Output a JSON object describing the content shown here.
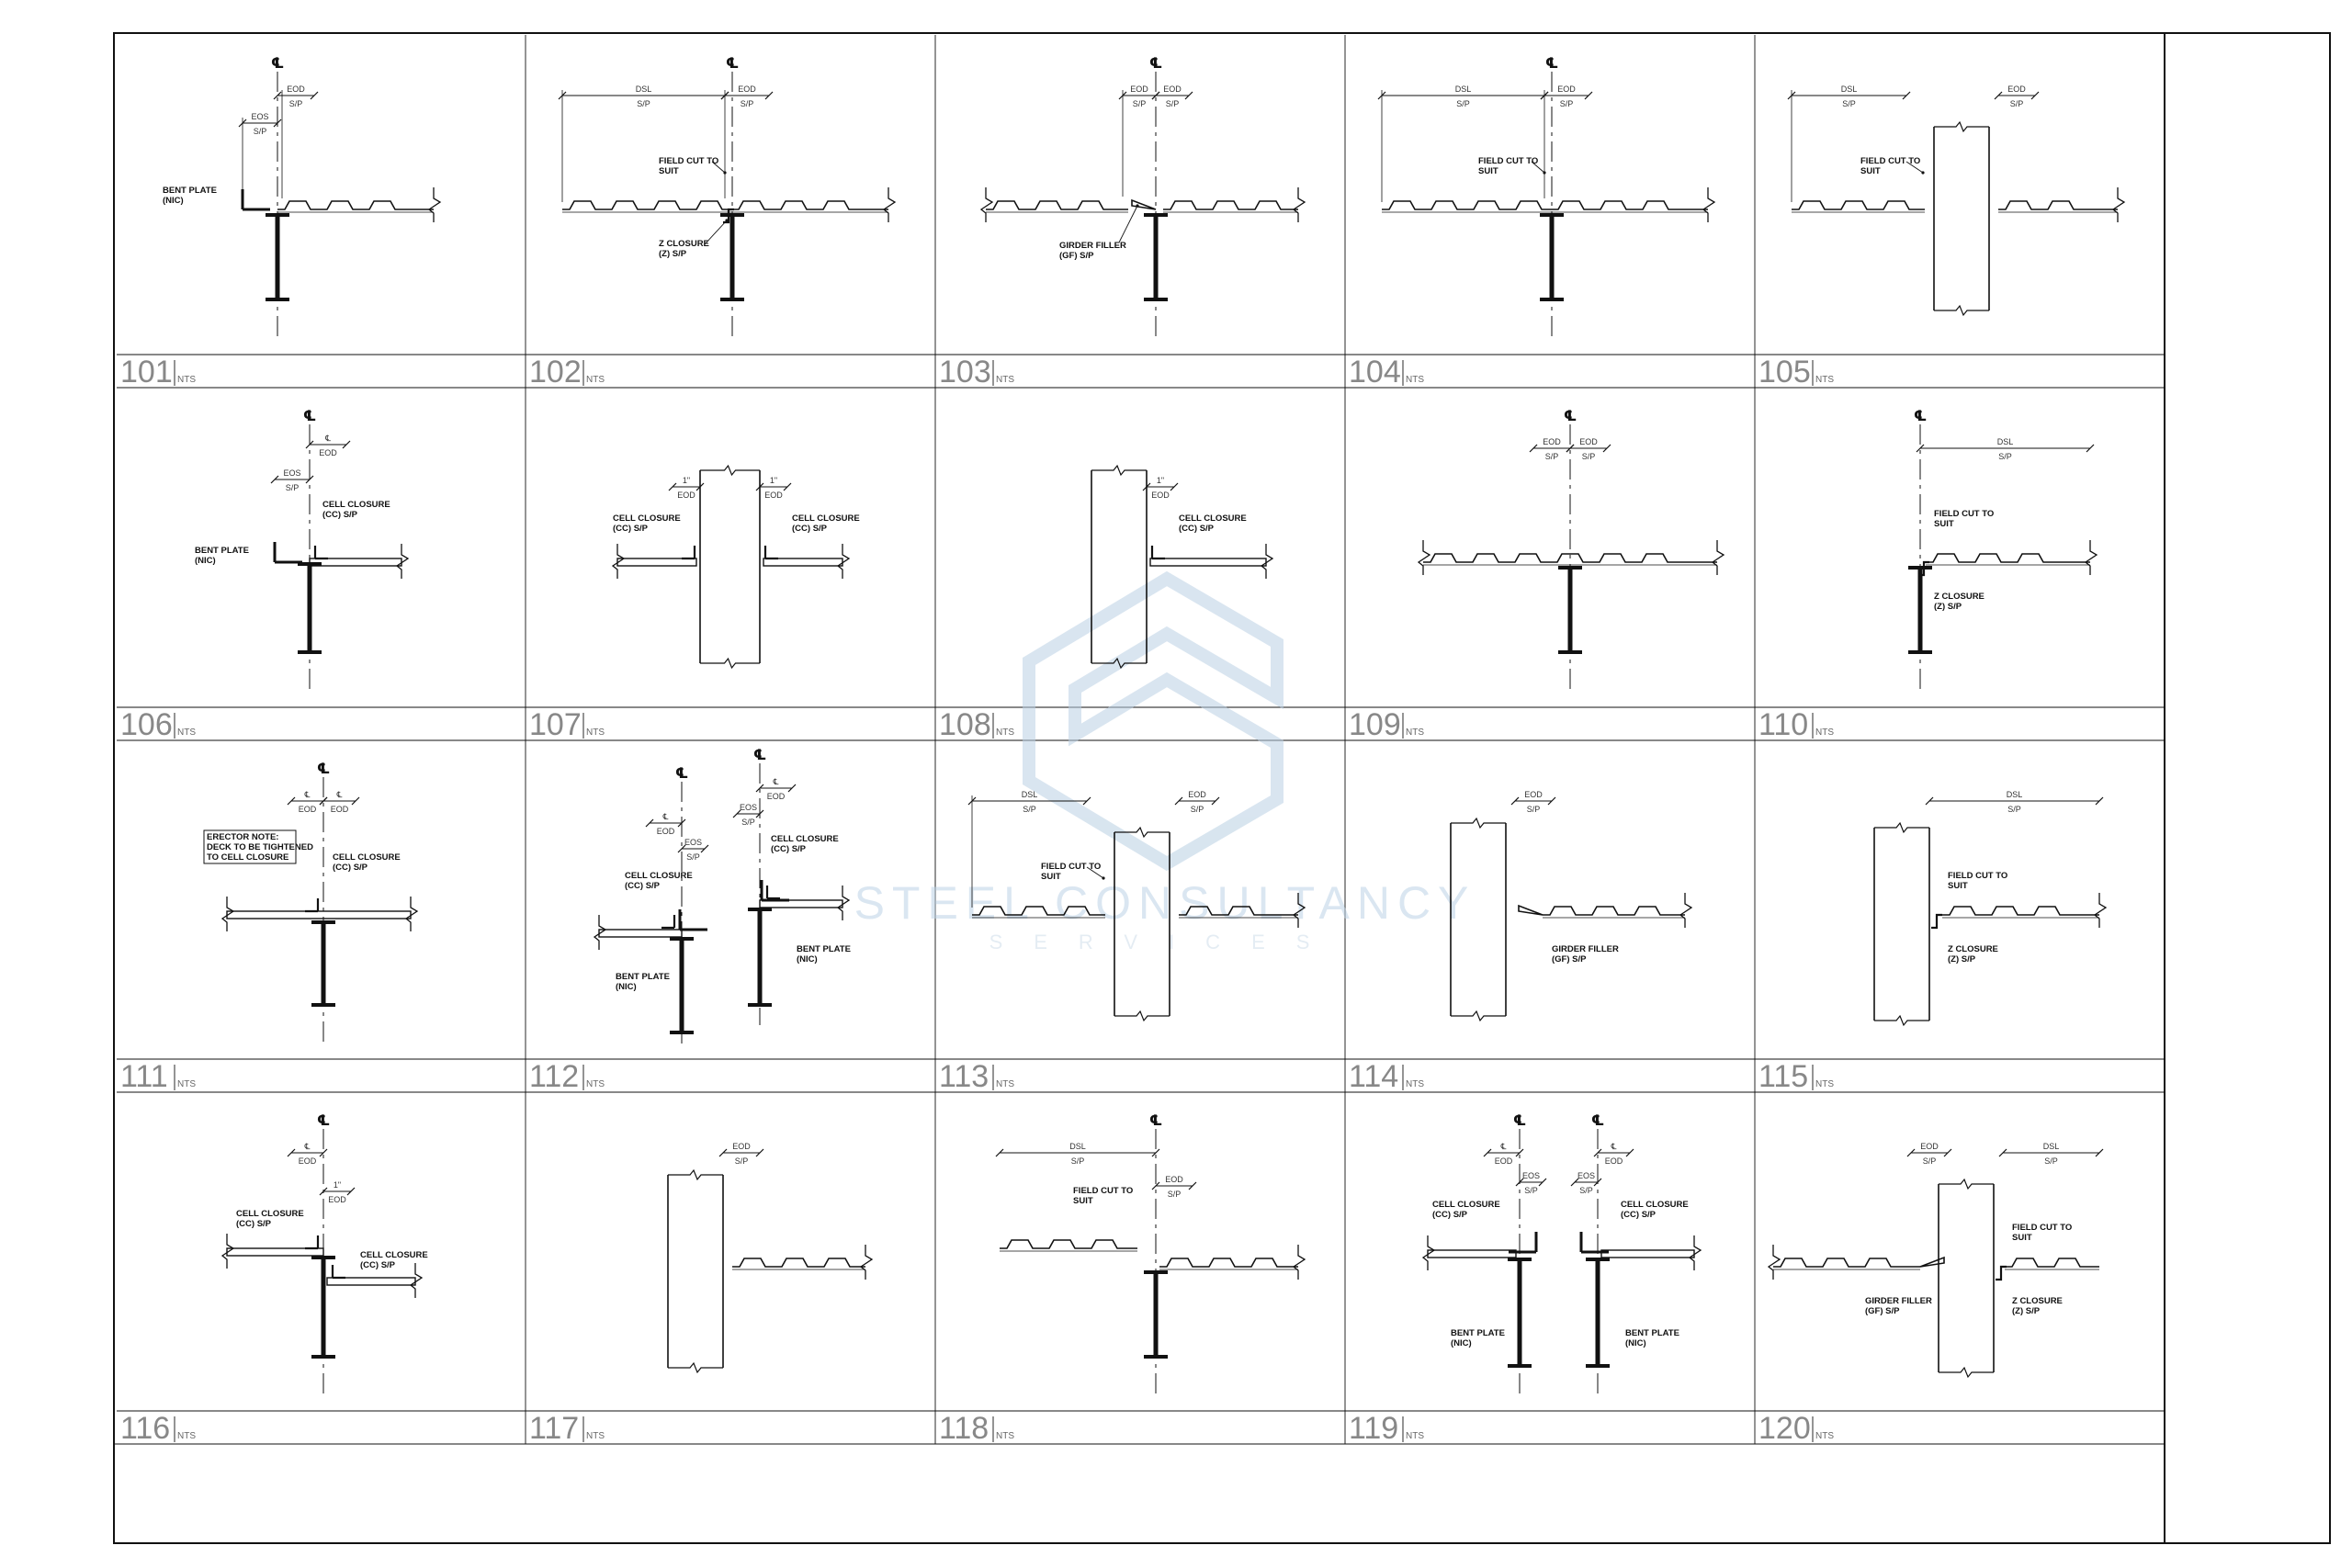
{
  "watermark": {
    "title": "STEEL CONSULTANCY",
    "subtitle": "SERVICES"
  },
  "scale_note": "NTS",
  "symbols": {
    "centerline": "℄",
    "dsl": "DSL",
    "eod": "EOD",
    "eos": "EOS",
    "sp": "S/P",
    "one_inch": "1\""
  },
  "labels": {
    "bent_plate": [
      "BENT PLATE",
      "(NIC)"
    ],
    "field_cut": [
      "FIELD CUT TO",
      "SUIT"
    ],
    "z_closure": [
      "Z CLOSURE",
      "(Z) S/P"
    ],
    "girder_filler": [
      "GIRDER FILLER",
      "(GF) S/P"
    ],
    "cell_closure": [
      "CELL CLOSURE",
      "(CC) S/P"
    ],
    "erector_note": [
      "ERECTOR NOTE:",
      "DECK TO BE TIGHTENED",
      "TO CELL CLOSURE"
    ]
  },
  "details": [
    {
      "id": "101",
      "kind": "beam-bent-plate"
    },
    {
      "id": "102",
      "kind": "beam-fieldcut-z"
    },
    {
      "id": "103",
      "kind": "beam-girder-filler"
    },
    {
      "id": "104",
      "kind": "beam-fieldcut"
    },
    {
      "id": "105",
      "kind": "column-fieldcut"
    },
    {
      "id": "106",
      "kind": "beam-cell-closure"
    },
    {
      "id": "107",
      "kind": "column-cell-closure-both"
    },
    {
      "id": "108",
      "kind": "column-cell-closure"
    },
    {
      "id": "109",
      "kind": "beam-continuous"
    },
    {
      "id": "110",
      "kind": "beam-edge-fieldcut-z"
    },
    {
      "id": "111",
      "kind": "beam-erector-note"
    },
    {
      "id": "112",
      "kind": "double-beam-cell-closure"
    },
    {
      "id": "113",
      "kind": "column-fieldcut"
    },
    {
      "id": "114",
      "kind": "column-girder-filler"
    },
    {
      "id": "115",
      "kind": "column-fieldcut-z"
    },
    {
      "id": "116",
      "kind": "beam-cell-closure-step"
    },
    {
      "id": "117",
      "kind": "column-edge"
    },
    {
      "id": "118",
      "kind": "beam-fieldcut-span"
    },
    {
      "id": "119",
      "kind": "double-beam-bent-plate"
    },
    {
      "id": "120",
      "kind": "column-girder-filler-fieldcut"
    }
  ]
}
